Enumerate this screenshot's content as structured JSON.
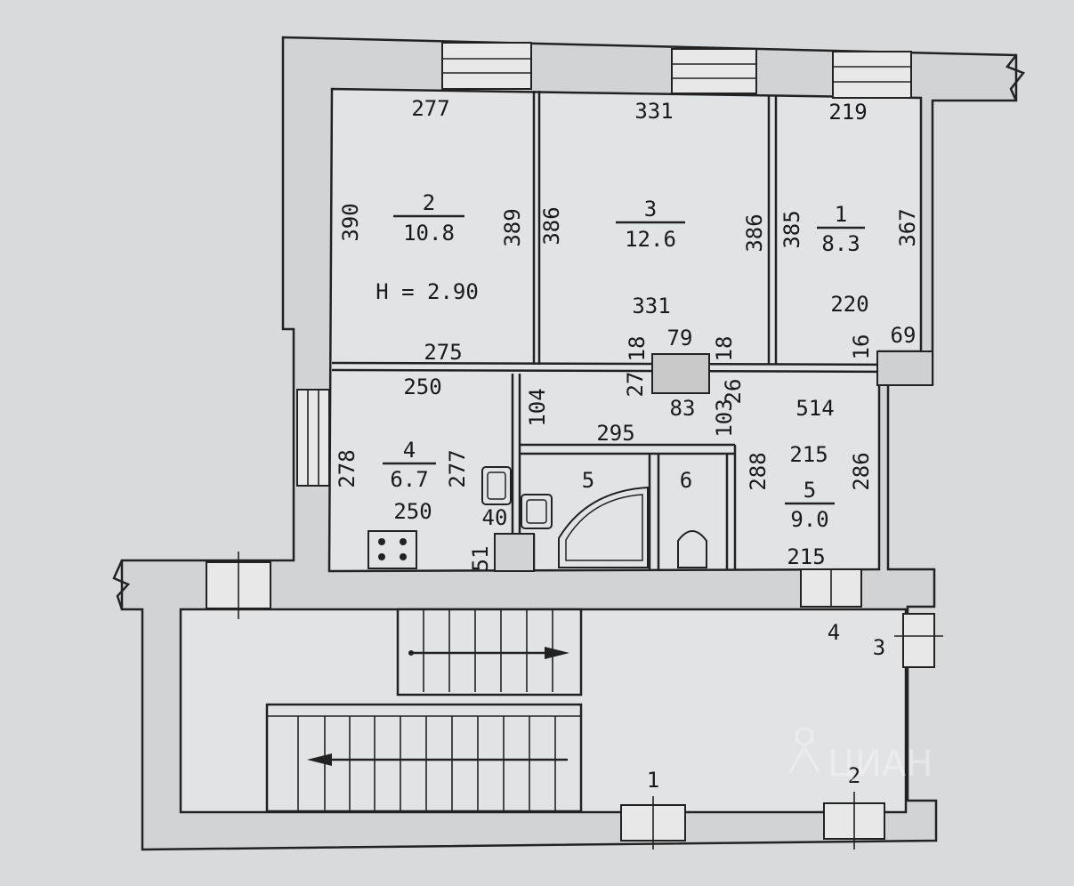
{
  "plan": {
    "height_label": "H = 2.90",
    "rooms": [
      {
        "num": "2",
        "area": "10.8"
      },
      {
        "num": "3",
        "area": "12.6"
      },
      {
        "num": "1",
        "area": "8.3"
      },
      {
        "num": "4",
        "area": "6.7"
      },
      {
        "num": "5",
        "area": "9.0"
      },
      {
        "num": "5"
      },
      {
        "num": "6"
      }
    ],
    "dims": [
      "277",
      "331",
      "219",
      "390",
      "389",
      "386",
      "386",
      "385",
      "367",
      "331",
      "220",
      "275",
      "18",
      "79",
      "18",
      "16",
      "69",
      "250",
      "104",
      "27",
      "26",
      "83",
      "103",
      "514",
      "295",
      "278",
      "277",
      "250",
      "40",
      "51",
      "288",
      "215",
      "286",
      "215"
    ],
    "markers": [
      "1",
      "2",
      "3",
      "4"
    ],
    "watermark": "ЦИАН"
  }
}
